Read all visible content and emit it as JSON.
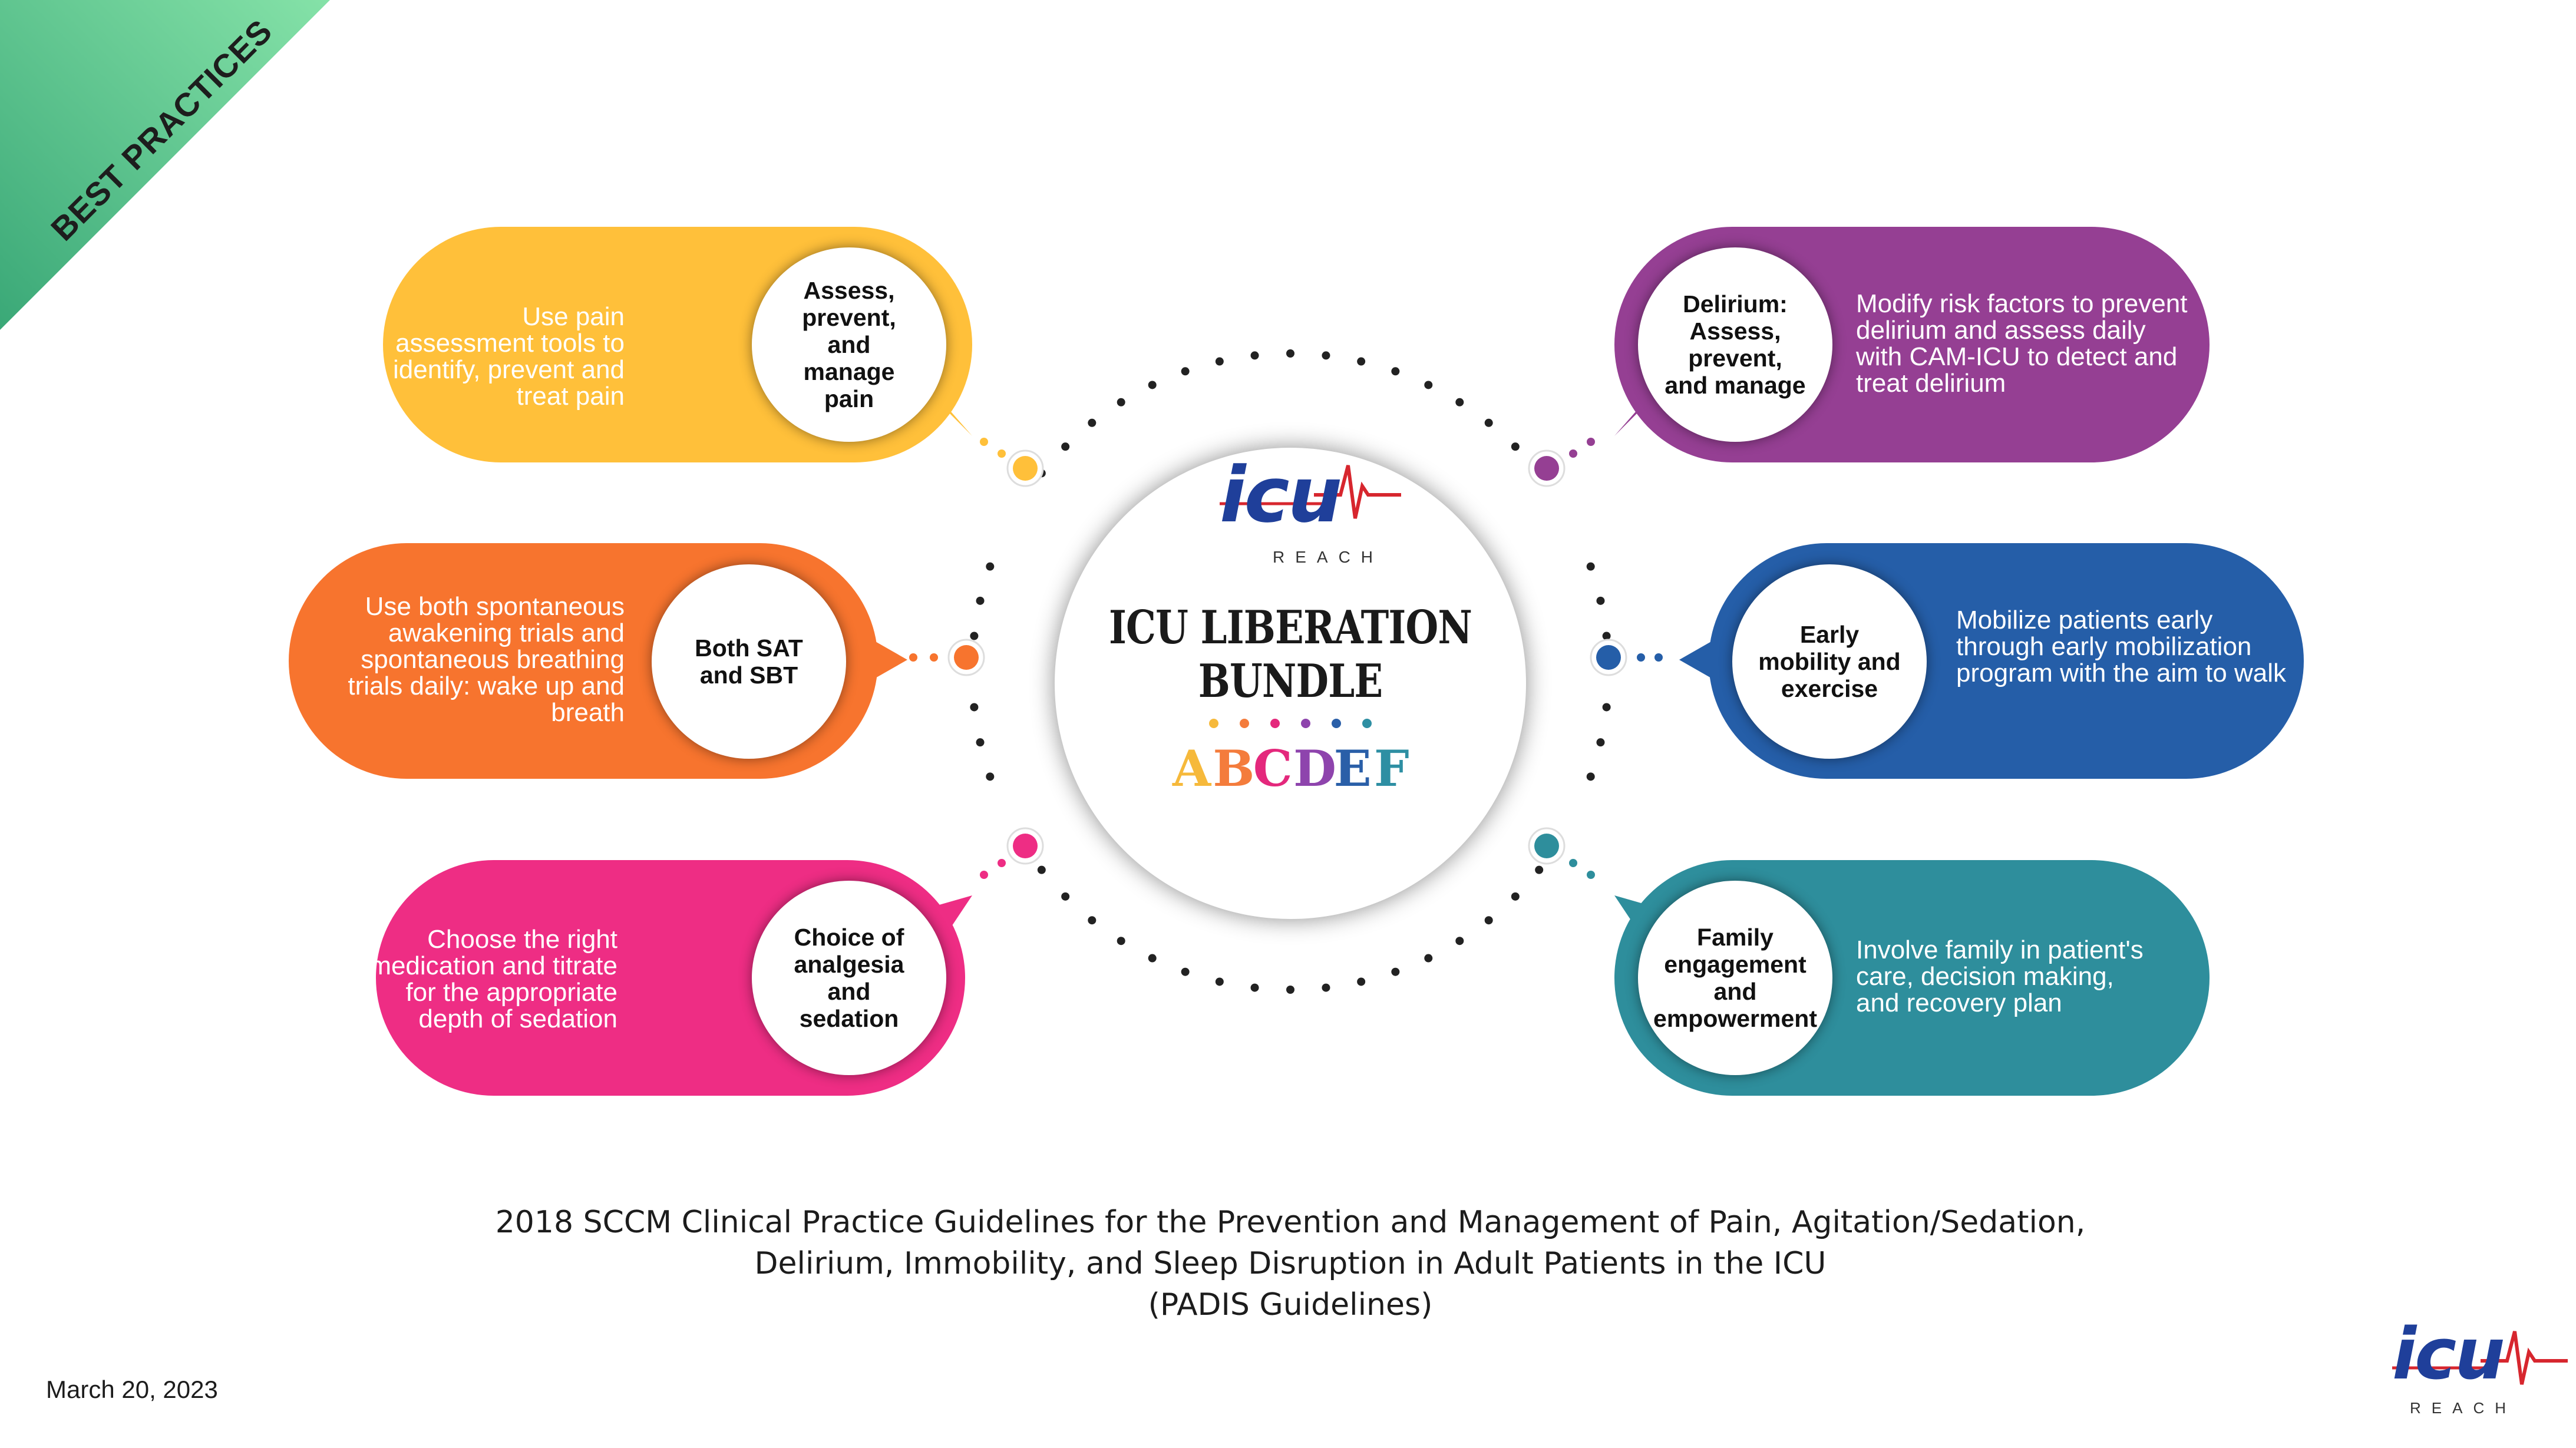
{
  "corner_banner": {
    "text": "BEST PRACTICES",
    "color_from": "#3fb27f",
    "color_to": "#7be0a4"
  },
  "center": {
    "logo": {
      "word": "icu",
      "sub": "REACH"
    },
    "title": "ICU LIBERATION BUNDLE",
    "letters": [
      {
        "char": "A",
        "color": "#f6b93b"
      },
      {
        "char": "B",
        "color": "#f47c3c"
      },
      {
        "char": "C",
        "color": "#e4287c"
      },
      {
        "char": "D",
        "color": "#8e44ad"
      },
      {
        "char": "E",
        "color": "#2a5fa8"
      },
      {
        "char": "F",
        "color": "#2e8fa3"
      }
    ]
  },
  "items": [
    {
      "id": "a",
      "color": "#ffc03a",
      "bubble": "Assess, prevent, and manage pain",
      "description": "Use pain assessment tools to identify, prevent and treat pain"
    },
    {
      "id": "b",
      "color": "#f7742e",
      "bubble": "Both SAT and SBT",
      "description": "Use both spontaneous awakening trials and spontaneous breathing trials daily: wake up and breath"
    },
    {
      "id": "c",
      "color": "#ee2d84",
      "bubble": "Choice of analgesia and sedation",
      "description": "Choose the right medication and titrate for the appropriate depth of sedation"
    },
    {
      "id": "d",
      "color": "#953f93",
      "bubble": "Delirium: Assess, prevent, and manage",
      "description": "Modify risk factors to prevent delirium and assess daily with CAM-ICU to detect and treat delirium"
    },
    {
      "id": "e",
      "color": "#255ea8",
      "bubble": "Early mobility and exercise",
      "description": "Mobilize patients early through early mobilization program with the aim to walk"
    },
    {
      "id": "f",
      "color": "#2e8e9c",
      "bubble": "Family engagement and empowerment",
      "description": "Involve family in patient's care, decision making, and recovery plan"
    }
  ],
  "footer": {
    "line1": "2018 SCCM Clinical Practice Guidelines for the Prevention and Management of Pain, Agitation/Sedation,",
    "line2": "Delirium, Immobility, and Sleep Disruption in Adult Patients in the ICU",
    "line3": "(PADIS Guidelines)"
  },
  "date": "March 20, 2023",
  "brand_logo": {
    "word": "icu",
    "sub": "REACH",
    "accent": "#d7262e",
    "primary": "#1f3f9a"
  }
}
